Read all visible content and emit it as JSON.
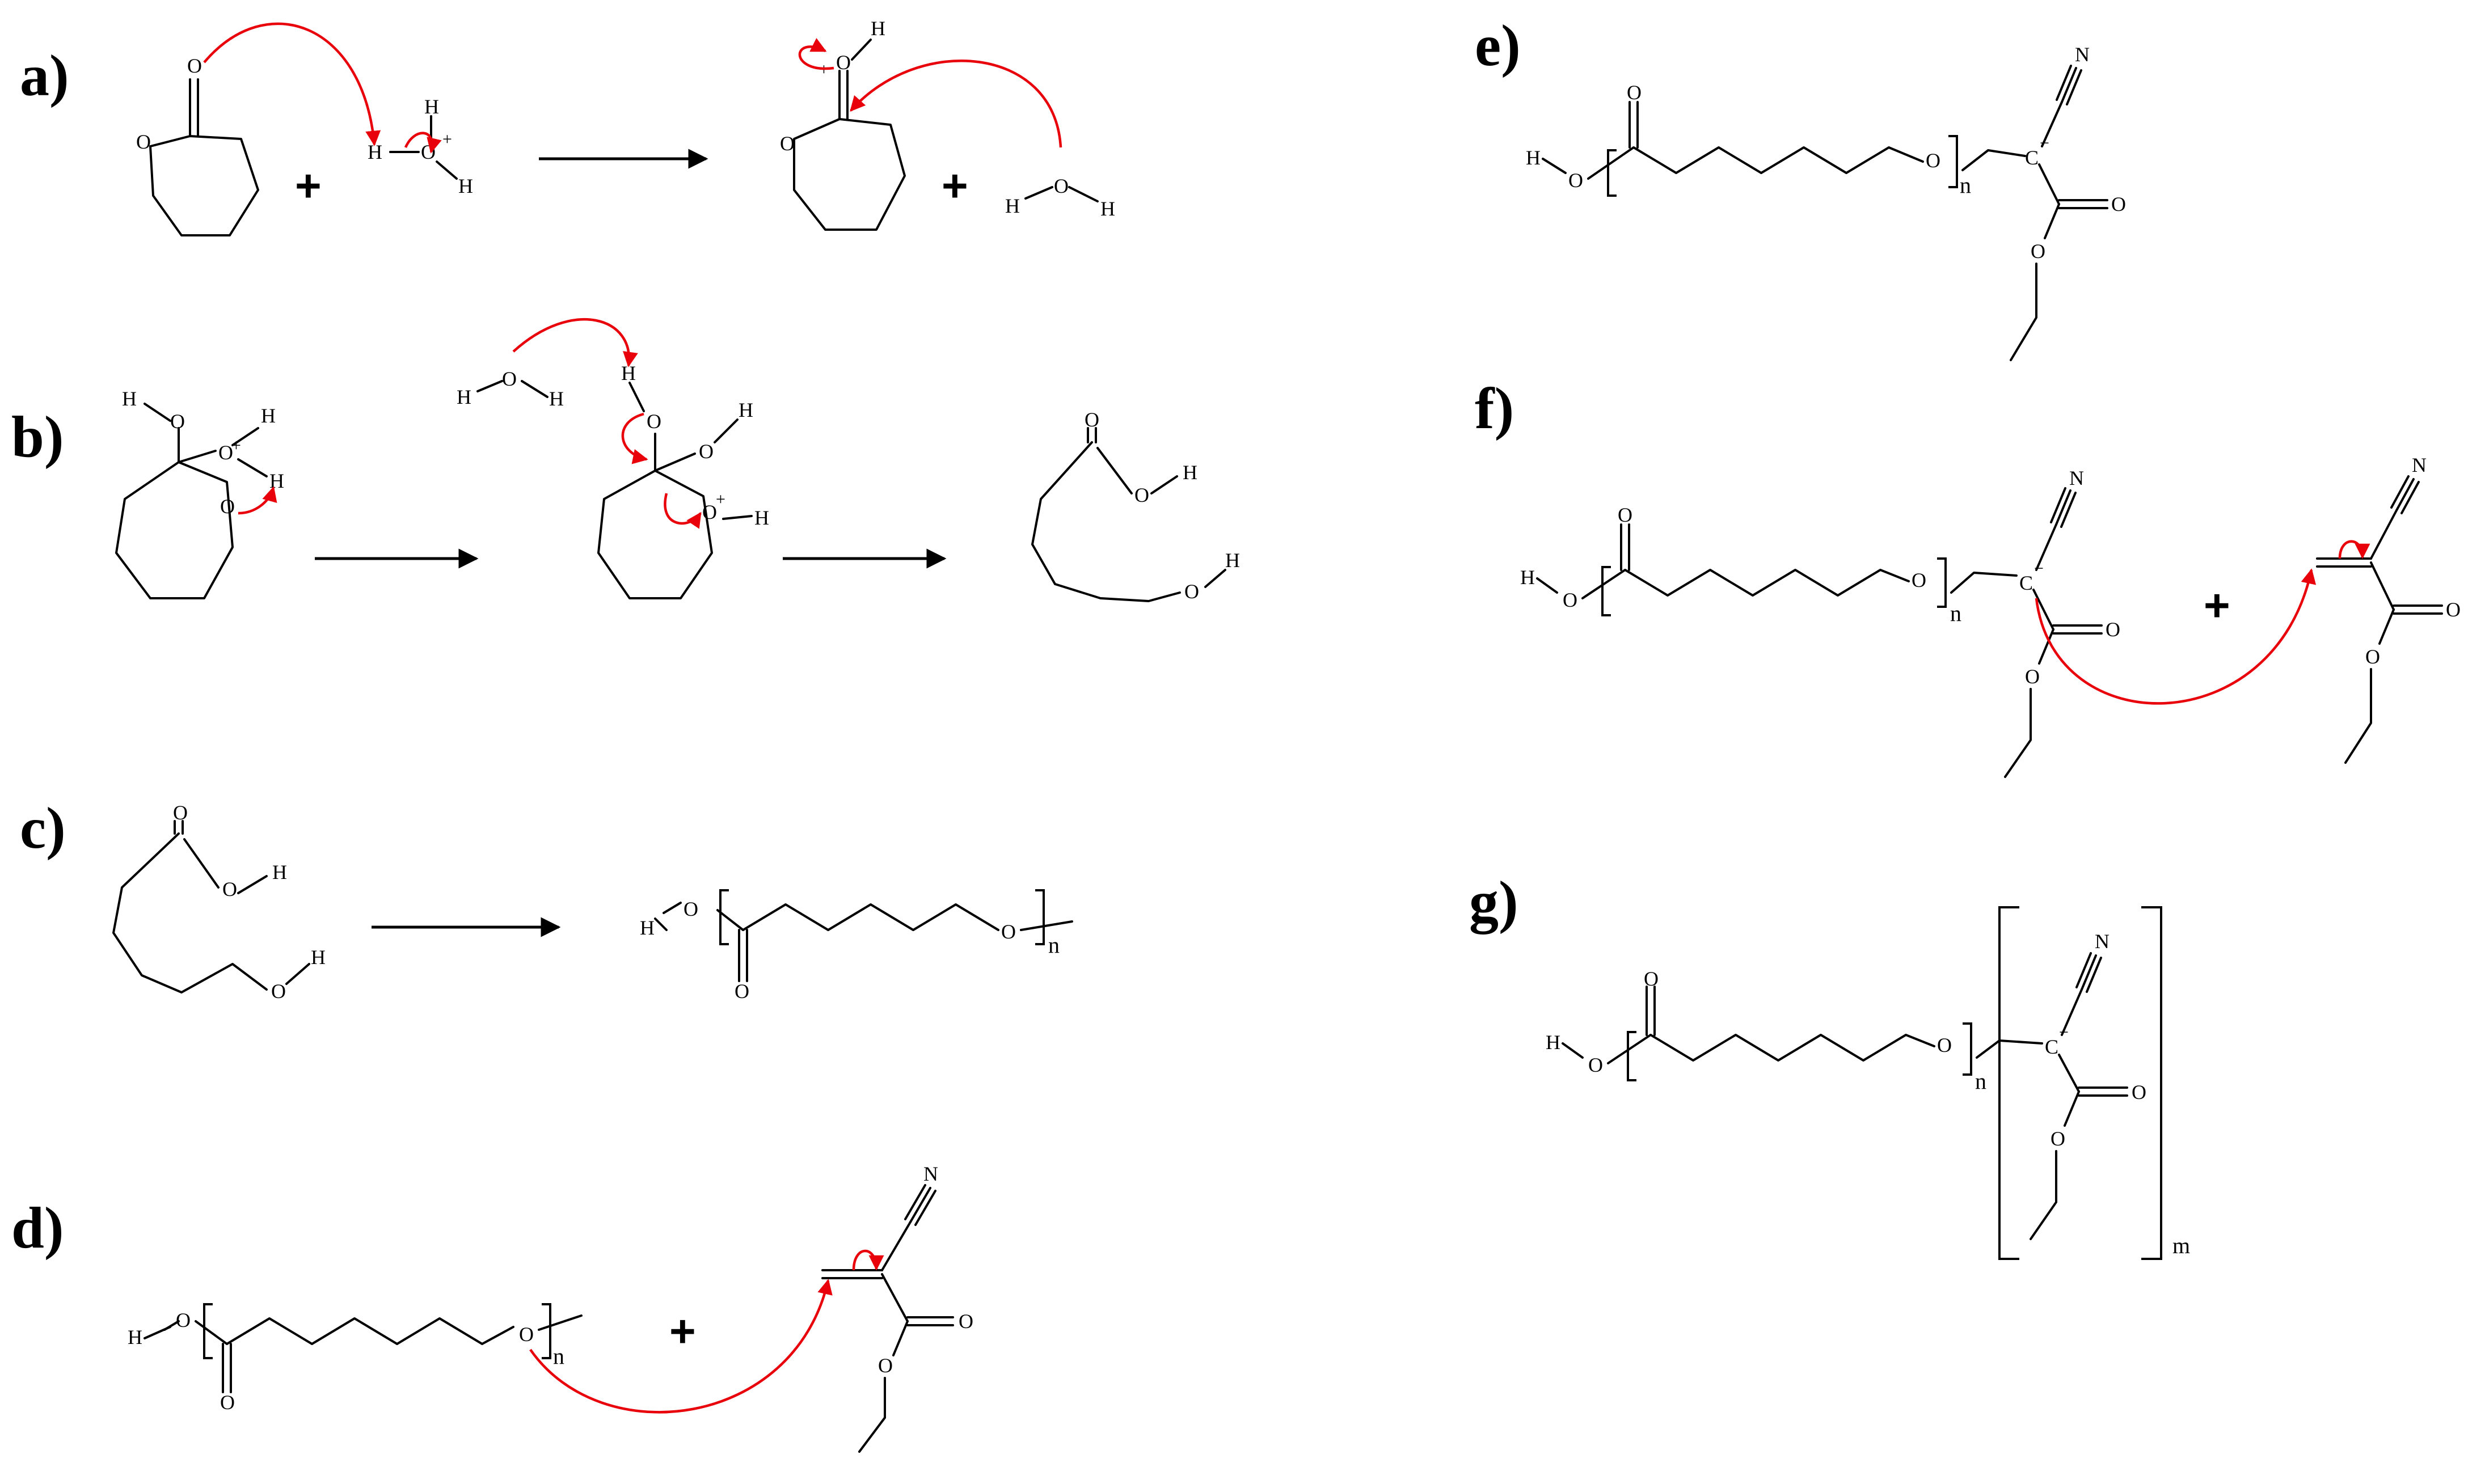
{
  "colors": {
    "accent": "#e8000b",
    "ink": "#000000",
    "background": "#ffffff"
  },
  "panels": {
    "a": {
      "label": "a)"
    },
    "b": {
      "label": "b)"
    },
    "c": {
      "label": "c)"
    },
    "d": {
      "label": "d)"
    },
    "e": {
      "label": "e)"
    },
    "f": {
      "label": "f)"
    },
    "g": {
      "label": "g)"
    }
  },
  "atoms": {
    "O": "O",
    "H": "H",
    "N": "N",
    "C": "C"
  },
  "symbols": {
    "plus": "+",
    "lone_pair": ":",
    "lone_pair_top": "··",
    "positive": "+",
    "negative": "−"
  },
  "subscripts": {
    "n": "n",
    "m": "m"
  }
}
